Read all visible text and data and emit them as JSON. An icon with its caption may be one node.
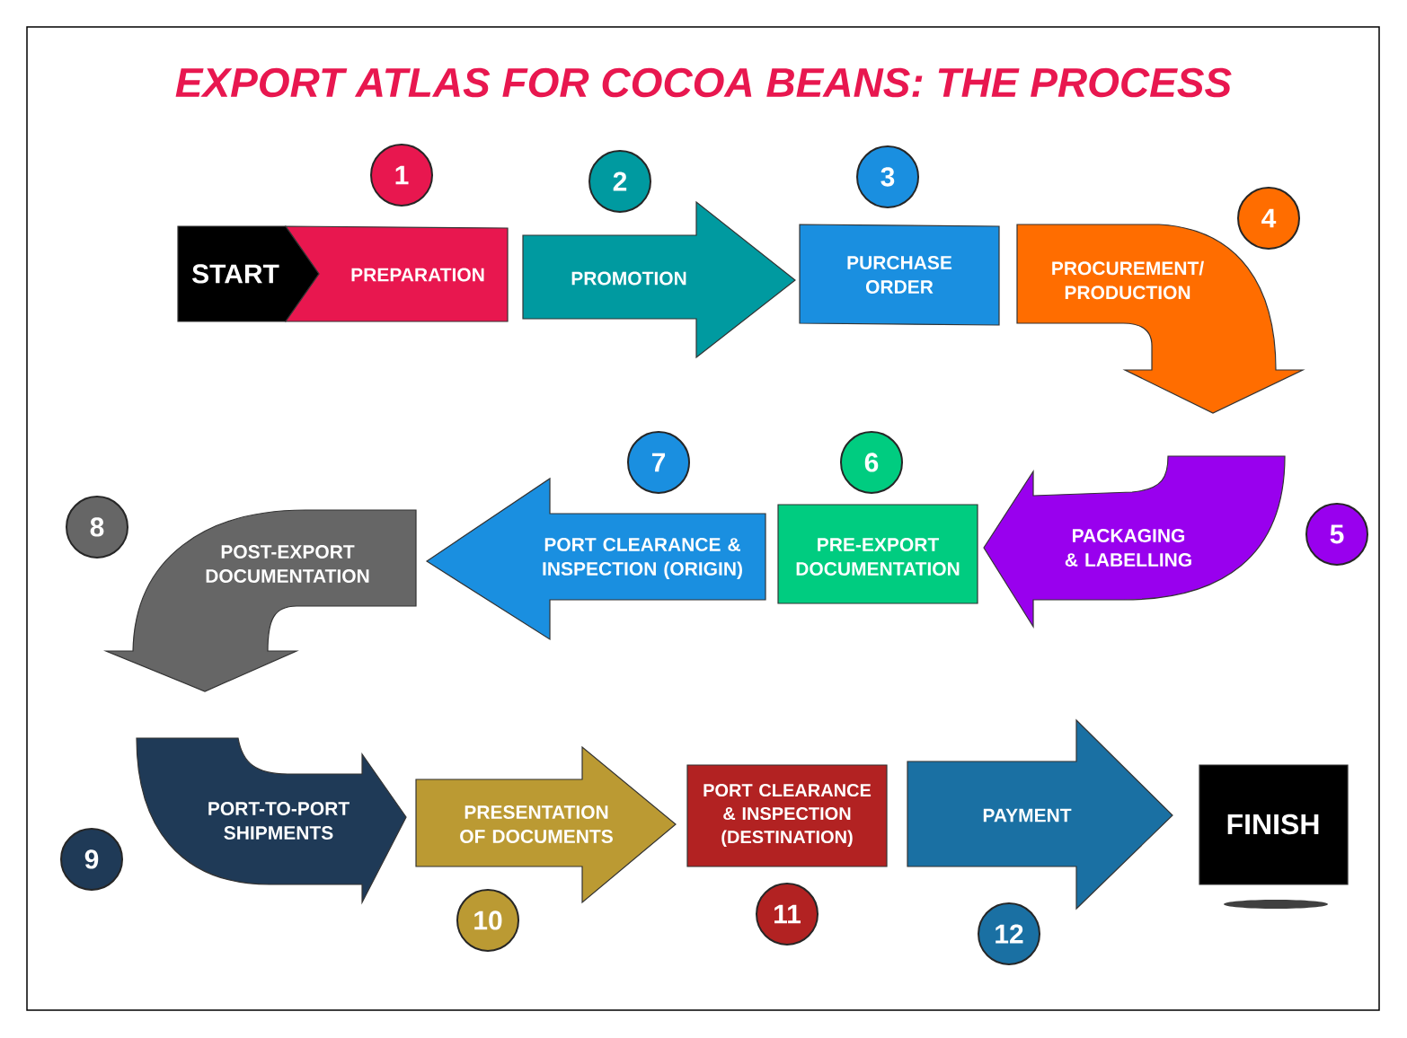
{
  "diagram": {
    "title": "EXPORT ATLAS FOR COCOA BEANS: THE PROCESS",
    "nodes": [
      {
        "text": [
          "START"
        ]
      },
      {
        "text": [
          "PREPARATION"
        ],
        "beside": [
          "1"
        ]
      },
      {
        "text": [
          "PROMOTION"
        ],
        "beside": [
          "2"
        ]
      },
      {
        "text": [
          "PURCHASE ORDER"
        ],
        "beside": [
          "3"
        ]
      },
      {
        "text": [
          "PROCUREMENT/ PRODUCTION"
        ],
        "beside": [
          "4"
        ]
      },
      {
        "text": [
          "PACKAGING & LABELLING"
        ],
        "beside": [
          "5"
        ]
      },
      {
        "text": [
          "PRE-EXPORT DOCUMENTATION"
        ],
        "beside": [
          "6"
        ]
      },
      {
        "text": [
          "PORT CLEARANCE & INSPECTION (ORIGIN)"
        ],
        "beside": [
          "7"
        ]
      },
      {
        "text": [
          "POST-EXPORT DOCUMENTATION"
        ],
        "beside": [
          "8"
        ]
      },
      {
        "text": [
          "PORT-TO-PORT SHIPMENTS"
        ],
        "beside": [
          "9"
        ]
      },
      {
        "text": [
          "PRESENTATION OF DOCUMENTS"
        ],
        "beside": [
          "10"
        ]
      },
      {
        "text": [
          "PORT CLEARANCE & INSPECTION (DESTINATION)"
        ],
        "beside": [
          "11"
        ]
      },
      {
        "text": [
          "PAYMENT"
        ],
        "beside": [
          "12"
        ]
      },
      {
        "text": [
          "FINISH"
        ]
      }
    ]
  }
}
